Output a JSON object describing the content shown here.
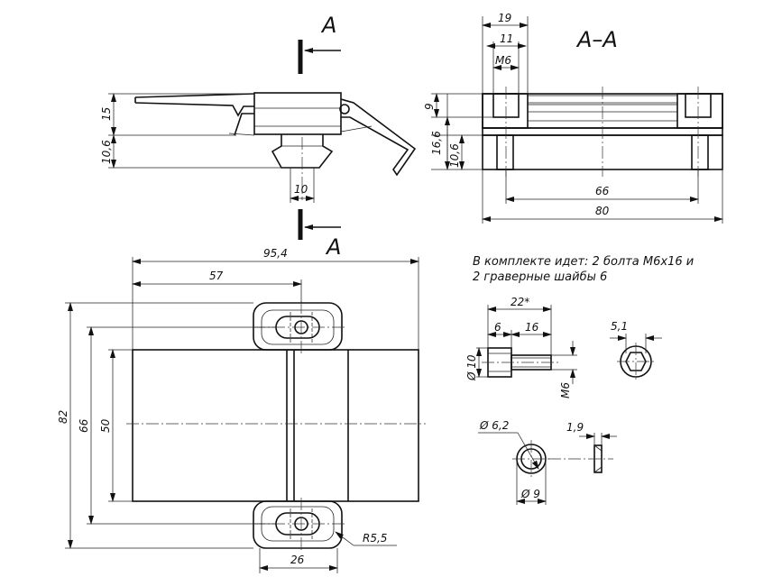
{
  "section": {
    "mark": "A",
    "title": "A–A"
  },
  "note": {
    "line1": "В комплекте идет: 2 болта М6х16 и",
    "line2": "2 граверные шайбы 6"
  },
  "dims": {
    "d19": "19",
    "d11": "11",
    "dM6a": "М6",
    "d9": "9",
    "d166": "16,6",
    "d106b": "10,6",
    "d66a": "66",
    "d80": "80",
    "d15": "15",
    "d106a": "10,6",
    "d10a": "10",
    "d954": "95,4",
    "d57": "57",
    "d82": "82",
    "d66b": "66",
    "d50": "50",
    "d26": "26",
    "r55": "R5,5",
    "d22": "22*",
    "d6": "6",
    "d16": "16",
    "dDia10": "Ø 10",
    "dM6b": "М6",
    "d51": "5,1",
    "dDia62": "Ø 6,2",
    "d19b": "1,9",
    "dDia9": "Ø 9"
  }
}
